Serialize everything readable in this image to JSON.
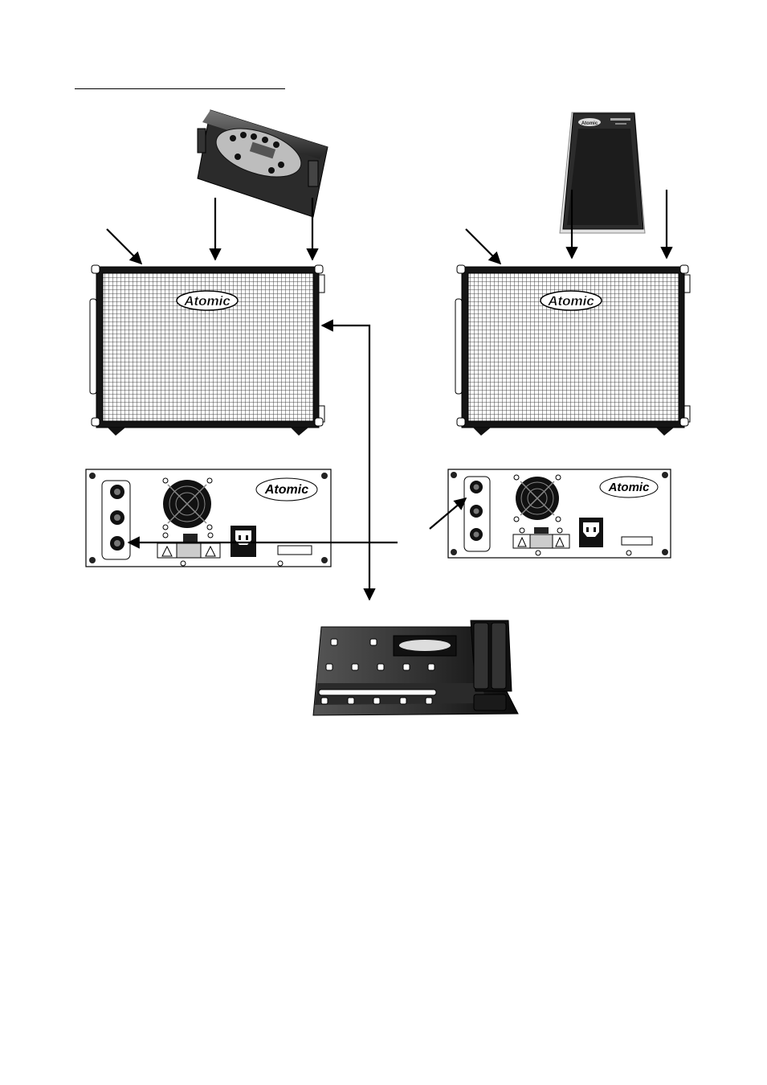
{
  "page": {
    "heading_text": ""
  },
  "brand": {
    "logo_text": "Atomic",
    "grille_color": "#ffffff",
    "grille_line_color": "#333333",
    "cabinet_color": "#1a1a1a"
  },
  "devices": {
    "modeler_left": {
      "icon": "desktop-modeler-icon"
    },
    "pedal_right": {
      "icon": "expression-pedal-icon"
    },
    "floorboard": {
      "icon": "foot-controller-icon"
    }
  },
  "cabinets": [
    {
      "name": "cabinet-left",
      "logo": "Atomic"
    },
    {
      "name": "cabinet-right",
      "logo": "Atomic"
    }
  ],
  "rear_panels": [
    {
      "name": "rear-panel-left",
      "logo": "Atomic",
      "jacks": 3
    },
    {
      "name": "rear-panel-right",
      "logo": "Atomic",
      "jacks": 3
    }
  ]
}
